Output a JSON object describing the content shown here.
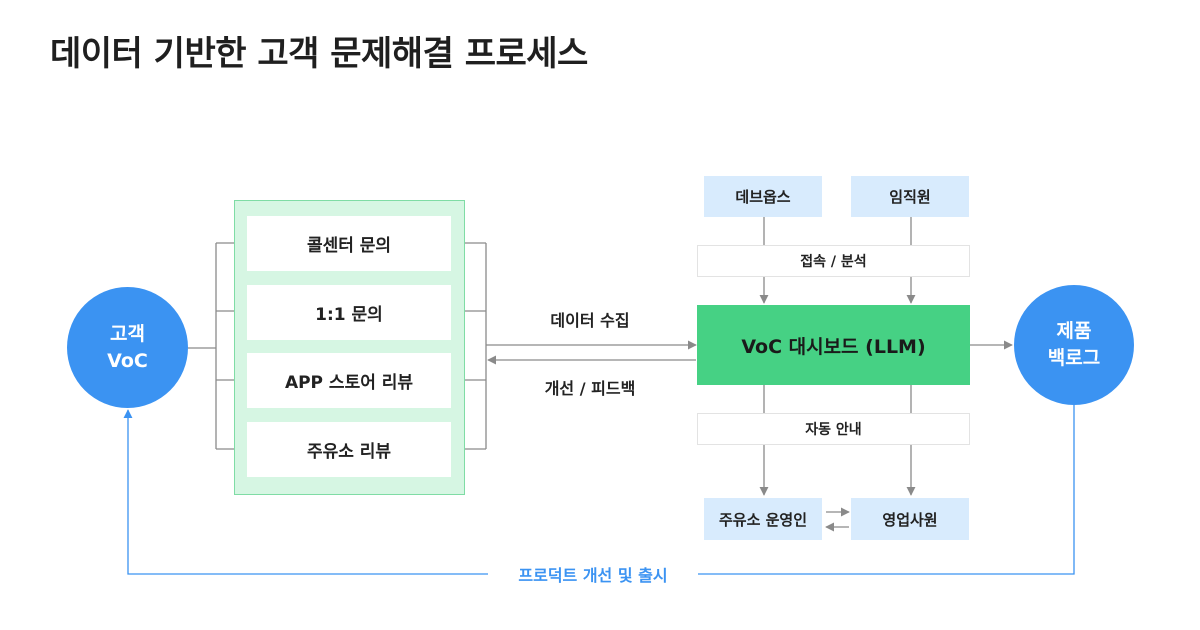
{
  "title": "데이터 기반한 고객 문제해결 프로세스",
  "customer": {
    "line1": "고객",
    "line2": "VoC"
  },
  "channels": [
    {
      "label": "콜센터 문의"
    },
    {
      "label": "1:1 문의"
    },
    {
      "label": "APP 스토어 리뷰"
    },
    {
      "label": "주유소 리뷰"
    }
  ],
  "flow": {
    "data_collection": "데이터 수집",
    "improvement_feedback": "개선 / 피드백"
  },
  "dashboard": {
    "label": "VoC 대시보드 (LLM)"
  },
  "top_users": [
    {
      "label": "데브옵스"
    },
    {
      "label": "임직원"
    }
  ],
  "access_label": "접속 / 분석",
  "auto_notice_label": "자동 안내",
  "bottom_users": [
    {
      "label": "주유소 운영인"
    },
    {
      "label": "영업사원"
    }
  ],
  "backlog": {
    "line1": "제품",
    "line2": "백로그"
  },
  "loop_label": "프로덕트 개선 및 출시",
  "colors": {
    "primary_blue": "#3b93f2",
    "dashboard_green": "#46d184",
    "panel_green": "#d6f6e3",
    "light_blue": "#d8ebfd",
    "arrow_gray": "#8a8a8a"
  }
}
